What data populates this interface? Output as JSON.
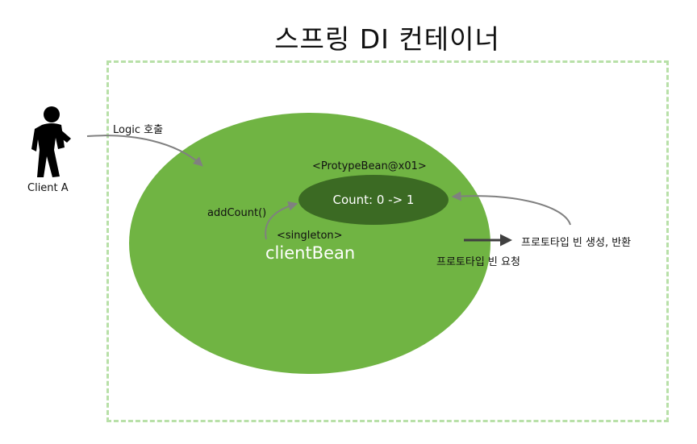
{
  "diagram": {
    "title": "스프링 DI 컨테이너",
    "client_label": "Client A",
    "logic_call_label": "Logic 호출",
    "prototype_bean_label": "<ProtypeBean@x01>",
    "count_label": "Count: 0 -> 1",
    "add_count_label": "addCount()",
    "singleton_label": "<singleton>",
    "client_bean_label": "clientBean",
    "create_return_label": "프로토타입 빈 생성, 반환",
    "request_label": "프로토타입 빈 요청"
  },
  "colors": {
    "container_border": "#b8e0a8",
    "outer_ellipse": "#70b443",
    "inner_ellipse": "#3b6a23",
    "arrow": "#808080",
    "person": "#000000"
  },
  "icons": {
    "client": "person-walking-icon"
  }
}
